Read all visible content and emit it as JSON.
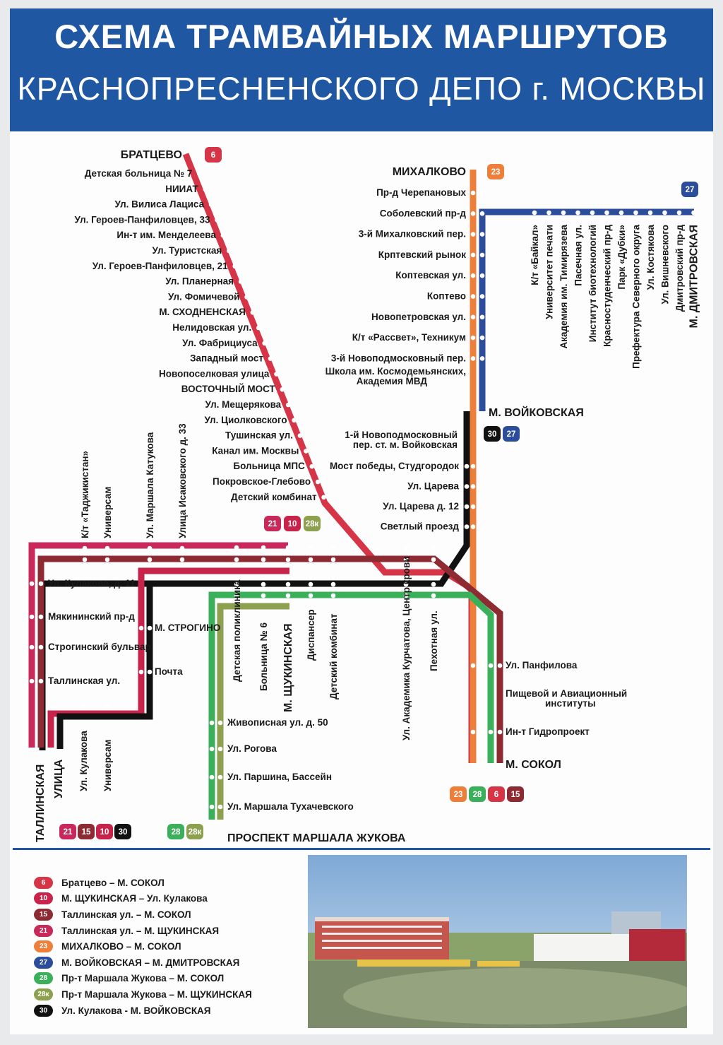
{
  "header": {
    "title": "СХЕМА ТРАМВАЙНЫХ МАРШРУТОВ",
    "subtitle": "КРАСНОПРЕСНЕНСКОГО  ДЕПО г. МОСКВЫ"
  },
  "colors": {
    "r6": "#d63447",
    "r10": "#c8234a",
    "r15": "#8e2a32",
    "r21": "#c8285a",
    "r23": "#ee7f3a",
    "r27": "#2c4c9c",
    "r28": "#3bb05a",
    "r28k": "#8ca04e",
    "r30": "#111111",
    "header": "#1f57a2"
  },
  "line6": {
    "terminus": "БРАТЦЕВО",
    "stops": [
      "Детская больница № 7",
      "НИИАТ",
      "Ул. Вилиса Лациса",
      "Ул. Героев-Панфиловцев, 33",
      "Ин-т им. Менделеева",
      "Ул. Туристская",
      "Ул. Героев-Панфиловцев, 21",
      "Ул. Планерная",
      "Ул. Фомичевой",
      "М. СХОДНЕНСКАЯ",
      "Нелидовская ул.",
      "Ул. Фабрициуса",
      "Западный мост",
      "Новопоселковая улица",
      "ВОСТОЧНЫЙ МОСТ",
      "Ул. Мещерякова",
      "Ул. Циолковского",
      "Тушинская ул.",
      "Канал им. Москвы",
      "Больница МПС",
      "Покровское-Глебово",
      "Детский комбинат"
    ]
  },
  "line23": {
    "terminus": "МИХАЛКОВО",
    "stops": [
      "Пр-д Черепановых",
      "Соболевский пр-д",
      "3-й Михалковский пер.",
      "Крптевский рынок",
      "Коптевская ул.",
      "Коптево",
      "Новопетровская ул.",
      "К/т «Рассвет», Техникум",
      "3-й Новоподмосковный пер."
    ],
    "stop_school": [
      "Школа им. Космодемьянских,",
      "Академия МВД"
    ]
  },
  "line27": {
    "stops": [
      "К/т «Байкал»",
      "Университет печати",
      "Академия им. Тимирязева",
      "Пасечная ул.",
      "Институт биотехнологий",
      "Красностуденческий пр-д",
      "Парк «Дубки»",
      "Префектура Северного округа",
      "Ул. Костякова",
      "Ул. Вишневского",
      "Дмитровский пр-д",
      "М. ДМИТРОВСКАЯ"
    ]
  },
  "voikovskaya": {
    "name": "М. ВОЙКОВСКАЯ",
    "stops": [
      "Мост победы, Студгородок",
      "Ул. Царева",
      "Ул. Царева д. 12",
      "Светлый проезд"
    ],
    "stop_first": [
      "1-й Новоподмосковный",
      "пер. ст. м. Войковская"
    ]
  },
  "sokol": {
    "name": "М. СОКОЛ",
    "stops": [
      "Ул. Панфилова",
      "Ин-т Гидропроект"
    ],
    "stop_pishch": [
      "Пищевой и Авиационный",
      "институты"
    ]
  },
  "west": {
    "stops_left": [
      "Ул. Кулакова, д. 11",
      "Мякининский пр-д",
      "Строгинский бульвар",
      "Таллинская ул."
    ],
    "stops_right": [
      "М. СТРОГИНО",
      "Почта"
    ],
    "top_vertical": [
      "К/т «Таджикистан»",
      "Универсам",
      "Ул. Маршала Катукова",
      "Улица Исаковского д. 33"
    ],
    "bottom_vertical": [
      "Ул. Кулакова",
      "Универсам"
    ],
    "terminus": [
      "ТАЛЛИНСКАЯ",
      "УЛИЦА"
    ]
  },
  "middle": {
    "verticals": [
      "Детская поликлиника",
      "Больница № 6",
      "М. ЩУКИНСКАЯ",
      "Диспансер",
      "Детский комбинат",
      "Ул. Академика Курчатова, Центр крови",
      "Пехотная ул."
    ]
  },
  "zhukov": {
    "stops": [
      "Живописная ул. д. 50",
      "Ул. Рогова",
      "Ул. Паршина, Бассейн",
      "Ул. Маршала Тухачевского"
    ],
    "terminus": "ПРОСПЕКТ МАРШАЛА ЖУКОВА"
  },
  "badges": {
    "bratcevo": [
      "6"
    ],
    "mikhalkovo": [
      "23"
    ],
    "dmitrovskaya": [
      "27"
    ],
    "voikovskaya": [
      "30",
      "27"
    ],
    "shchukinskaya": [
      "21",
      "10",
      "28к"
    ],
    "sokol": [
      "23",
      "28",
      "6",
      "15"
    ],
    "tallinskaya": [
      "21",
      "15",
      "10",
      "30"
    ],
    "zhukov": [
      "28",
      "28к"
    ]
  },
  "legend": [
    {
      "num": "6",
      "text": "Братцево – М. СОКОЛ",
      "color": "#d63447"
    },
    {
      "num": "10",
      "text": "М. ЩУКИНСКАЯ – Ул. Кулакова",
      "color": "#c8234a"
    },
    {
      "num": "15",
      "text": "Таллинская ул. – М. СОКОЛ",
      "color": "#8e2a32"
    },
    {
      "num": "21",
      "text": "Таллинская ул. – М. ЩУКИНСКАЯ",
      "color": "#c8285a"
    },
    {
      "num": "23",
      "text": "МИХАЛКОВО – М. СОКОЛ",
      "color": "#ee7f3a"
    },
    {
      "num": "27",
      "text": "М. ВОЙКОВСКАЯ – М. ДМИТРОВСКАЯ",
      "color": "#2c4c9c"
    },
    {
      "num": "28",
      "text": "Пр-т Маршала Жукова – М. СОКОЛ",
      "color": "#3bb05a"
    },
    {
      "num": "28к",
      "text": "Пр-т Маршала Жукова – М. ЩУКИНСКАЯ",
      "color": "#8ca04e"
    },
    {
      "num": "30",
      "text": "Ул. Кулакова - М. ВОЙКОВСКАЯ",
      "color": "#111111"
    }
  ]
}
